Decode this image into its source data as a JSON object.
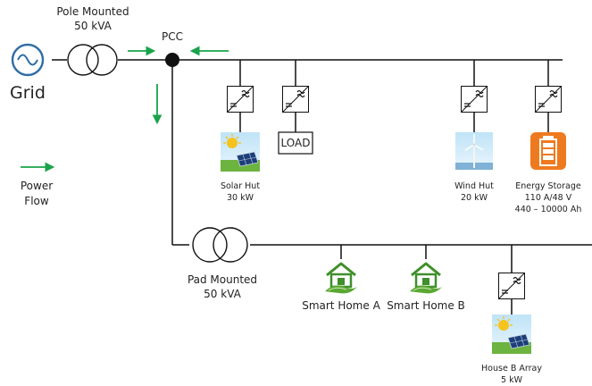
{
  "labels": {
    "pole_mounted": "Pole Mounted",
    "pole_kva": "50 kVA",
    "pcc": "PCC",
    "grid": "Grid",
    "power": "Power",
    "flow": "Flow",
    "load": "LOAD",
    "solar_name": "Solar Hut",
    "solar_kw": "30 kW",
    "wind_name": "Wind Hut",
    "wind_kw": "20 kW",
    "storage_name": "Energy Storage",
    "storage_rating": "110 A/48 V",
    "storage_range": "440 – 10000 Ah",
    "pad_mounted": "Pad Mounted",
    "pad_kva": "50 kVA",
    "smart_home_a": "Smart Home A",
    "smart_home_b": "Smart Home B",
    "house_b_array": "House B Array",
    "house_b_kw": "5 kW"
  },
  "colors": {
    "line": "#111111",
    "flow_arrow": "#1aa34a",
    "grid_symbol": "#2e6ea6",
    "storage": "#ee7a1f",
    "home_green": "#3f8f2a"
  }
}
